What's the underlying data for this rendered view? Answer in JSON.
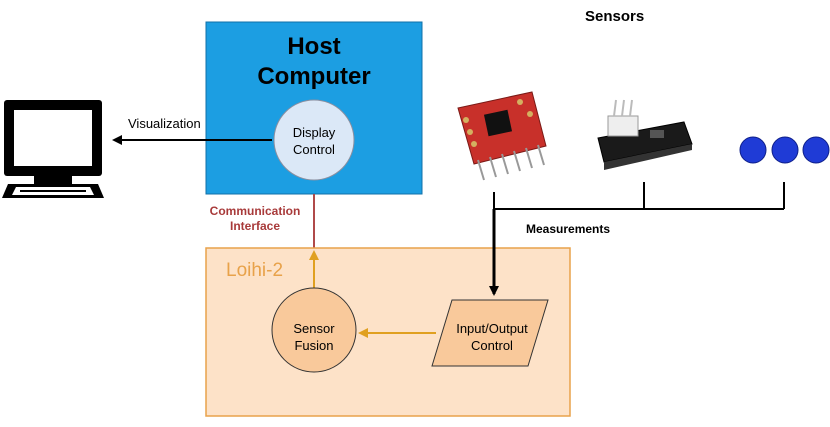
{
  "host": {
    "title_line1": "Host",
    "title_line2": "Computer",
    "display_line1": "Display",
    "display_line2": "Control"
  },
  "visualization_label": "Visualization",
  "communication": {
    "line1": "Communication",
    "line2": "Interface"
  },
  "loihi": {
    "title": "Loihi-2",
    "fusion_line1": "Sensor",
    "fusion_line2": "Fusion",
    "io_line1": "Input/Output",
    "io_line2": "Control"
  },
  "sensors": {
    "title": "Sensors",
    "measurements_label": "Measurements"
  },
  "colors": {
    "host_fill": "#1c9ee2",
    "display_fill": "#dbe8f7",
    "loihi_fill": "#fde2c8",
    "loihi_border": "#e8a24a",
    "node_fill": "#f9c99b",
    "arrow_orange": "#e0a020",
    "comm_line": "#b04a4a",
    "dot_fill": "#1f3bd6"
  }
}
